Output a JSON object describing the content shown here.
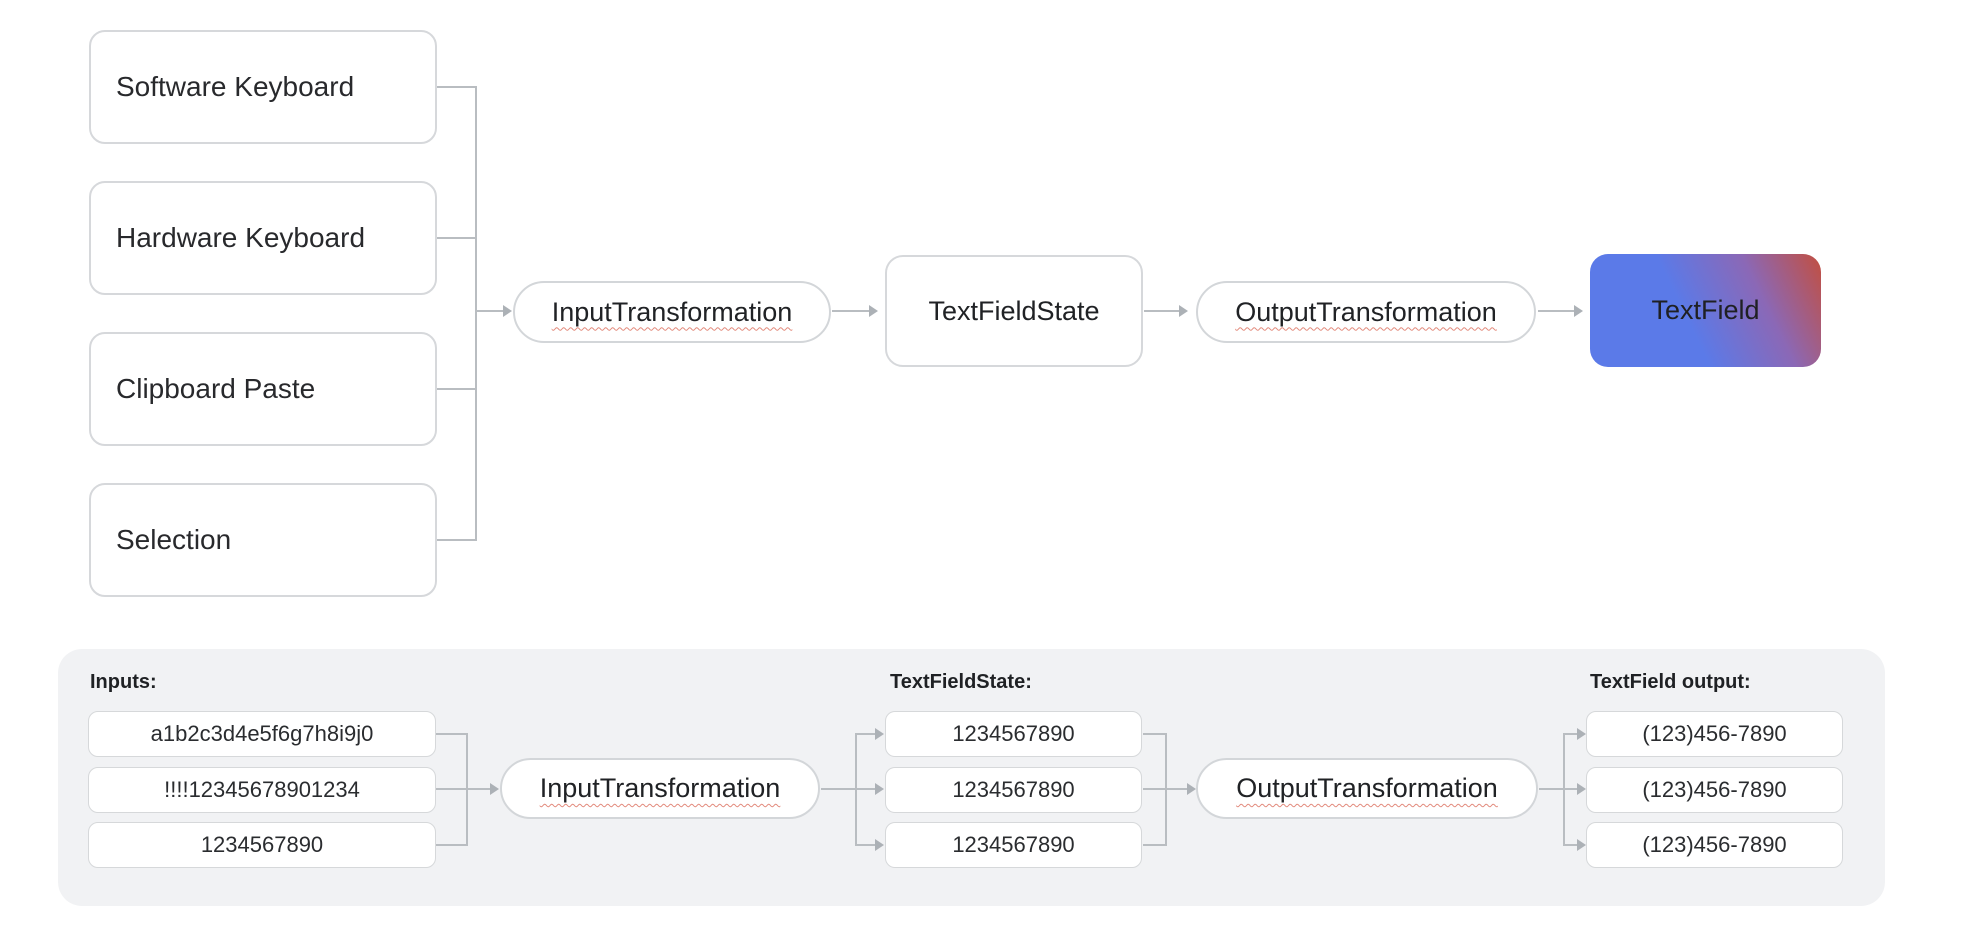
{
  "top": {
    "sources": [
      "Software Keyboard",
      "Hardware Keyboard",
      "Clipboard Paste",
      "Selection"
    ],
    "pipeline": {
      "input_transformation": "InputTransformation",
      "state": "TextFieldState",
      "output_transformation": "OutputTransformation",
      "text_field": "TextField"
    }
  },
  "bottom": {
    "headings": {
      "inputs": "Inputs:",
      "state": "TextFieldState:",
      "output": "TextField output:"
    },
    "input_values": [
      "a1b2c3d4e5f6g7h8i9j0",
      "!!!!12345678901234",
      "1234567890"
    ],
    "state_values": [
      "1234567890",
      "1234567890",
      "1234567890"
    ],
    "output_values": [
      "(123)456-7890",
      "(123)456-7890",
      "(123)456-7890"
    ],
    "pills": {
      "input_transformation": "InputTransformation",
      "output_transformation": "OutputTransformation"
    }
  },
  "colors": {
    "gradient_start": "#5b7ae8",
    "gradient_mid": "#8b68b6",
    "gradient_end": "#c24f40",
    "panel_background": "#f1f2f4",
    "connector_gray": "#b9bdc1",
    "border_gray": "#d6d8db",
    "squiggle_red": "#e2897b",
    "text_dark": "#202124"
  }
}
